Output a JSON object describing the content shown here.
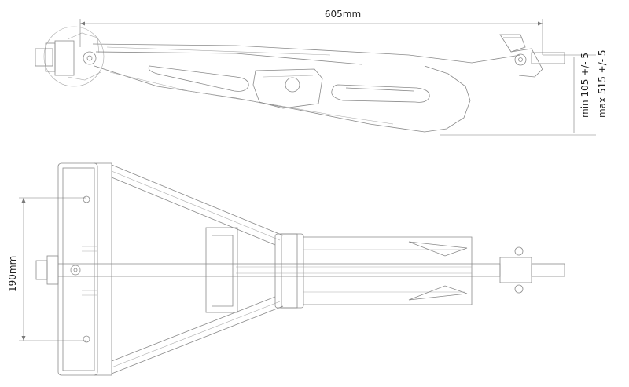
{
  "dimensions": {
    "length": "605mm",
    "width": "190mm",
    "height_min": "min 105 +/- 5",
    "height_max": "max 515 +/- 5"
  }
}
